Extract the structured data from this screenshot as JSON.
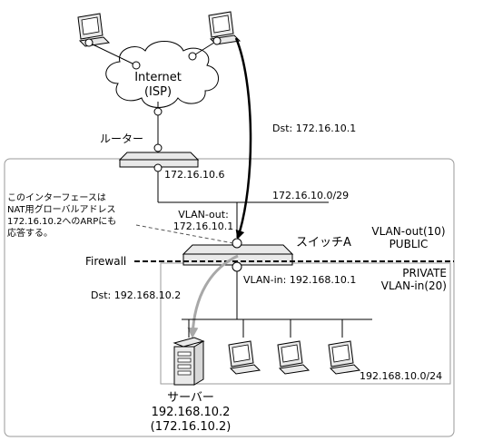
{
  "labels": {
    "internet_line1": "Internet",
    "internet_line2": "(ISP)",
    "router": "ルーター",
    "router_ip": "172.16.10.6",
    "dst_top": "Dst: 172.16.10.1",
    "subnet_public": "172.16.10.0/29",
    "note_line1": "このインターフェースは",
    "note_line2": "NAT用グローバルアドレス",
    "note_line3": "172.16.10.2へのARPにも",
    "note_line4": "応答する。",
    "vlan_out_name": "VLAN-out:",
    "vlan_out_ip": "172.16.10.1",
    "switch": "スイッチA",
    "vlan_out_zone_line1": "VLAN-out(10)",
    "vlan_out_zone_line2": "PUBLIC",
    "firewall": "Firewall",
    "private_zone_line1": "PRIVATE",
    "private_zone_line2": "VLAN-in(20)",
    "vlan_in": "VLAN-in: 192.168.10.1",
    "dst_bottom": "Dst: 192.168.10.2",
    "subnet_private": "192.168.10.0/24",
    "server_name": "サーバー",
    "server_ip": "192.168.10.2",
    "server_nat_ip": "(172.16.10.2)"
  },
  "colors": {
    "line": "#000000",
    "device_fill": "#e9e9e9",
    "screen_fill": "#d8d8d8",
    "flow_gray": "#a8a8a8",
    "frame": "#9a9a9a"
  }
}
